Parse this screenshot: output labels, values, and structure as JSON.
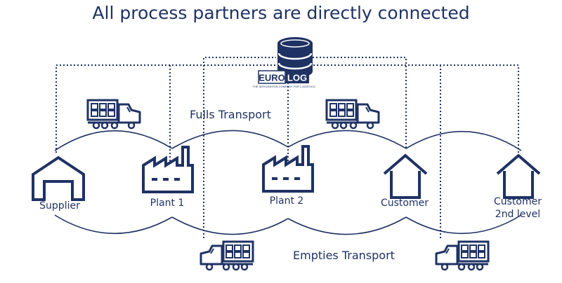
{
  "title": "All process partners are directly connected",
  "server": {
    "logo_text": "EUROLOG",
    "logo_part_a": "EURO",
    "logo_part_b": "LOG",
    "tagline": "THE INTEGRATION COMPANY FOR LOGISTICS"
  },
  "flows": {
    "fulls": "Fulls Transport",
    "empties": "Empties Transport"
  },
  "nodes": [
    {
      "label_lines": [
        "Supplier"
      ],
      "icon": "warehouse-icon"
    },
    {
      "label_lines": [
        "Plant 1"
      ],
      "icon": "factory-icon"
    },
    {
      "label_lines": [
        "Plant 2"
      ],
      "icon": "factory-icon"
    },
    {
      "label_lines": [
        "Customer"
      ],
      "icon": "house-icon"
    },
    {
      "label_lines": [
        "Customer",
        "2nd level"
      ],
      "icon": "house-icon"
    }
  ],
  "colors": {
    "primary": "#1f3264",
    "truck_fill": "#ffffff"
  }
}
